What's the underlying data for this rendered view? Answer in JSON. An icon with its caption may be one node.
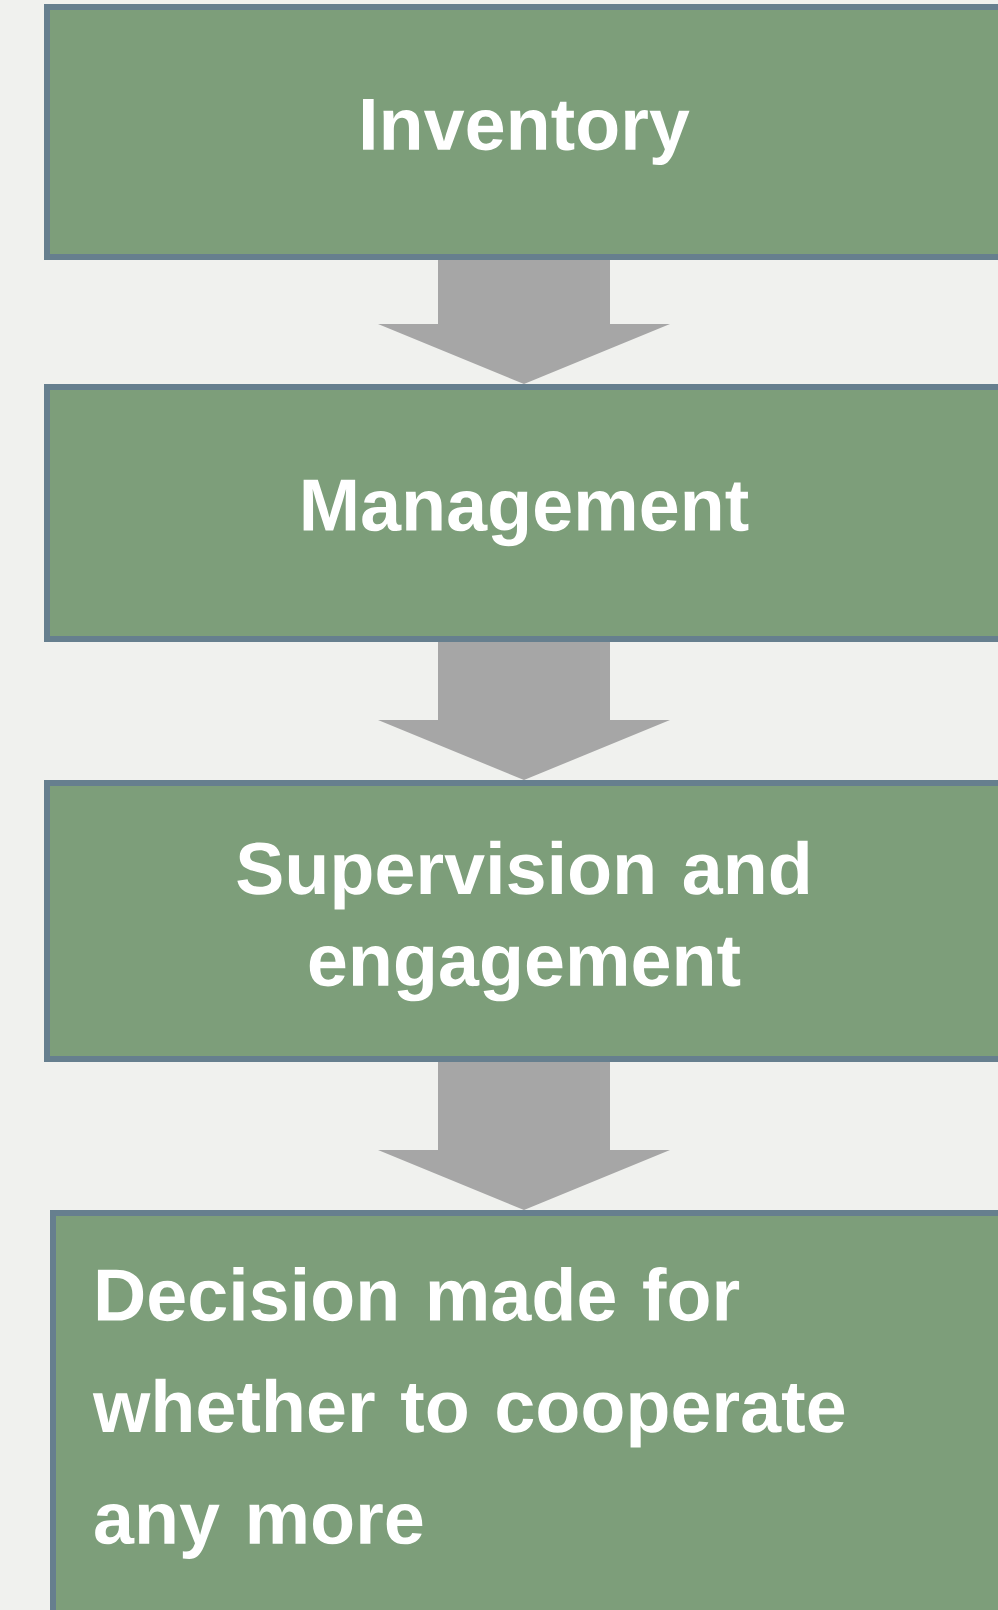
{
  "diagram": {
    "nodes": [
      {
        "text": [
          "Inventory"
        ]
      },
      {
        "text": [
          "Management"
        ]
      },
      {
        "text": [
          "Supervision and engagement"
        ]
      },
      {
        "text": [
          "Decision made for whether to cooperate any more"
        ]
      }
    ],
    "edges": [
      {
        "from": 0,
        "to": 1,
        "arrow": "to"
      },
      {
        "from": 1,
        "to": 2,
        "arrow": "to"
      },
      {
        "from": 2,
        "to": 3,
        "arrow": "to"
      }
    ]
  }
}
